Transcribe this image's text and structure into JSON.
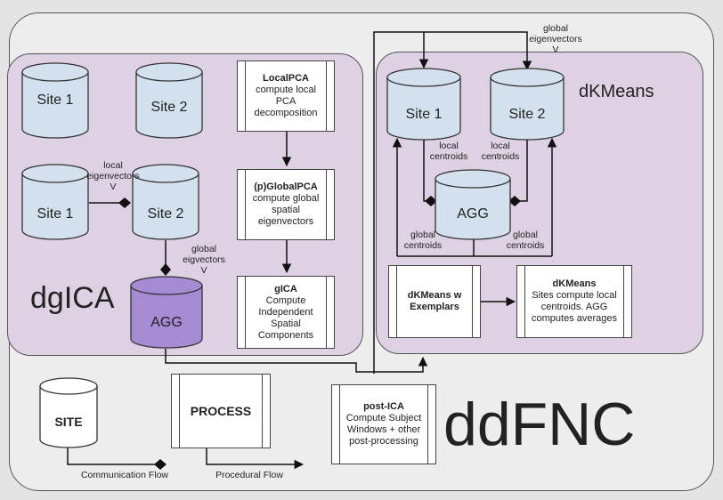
{
  "dgica": {
    "title": "dgICA",
    "sites": [
      "Site 1",
      "Site 2",
      "Site 1",
      "Site 2"
    ],
    "agg": "AGG",
    "local_eig": "local eigenvectors",
    "local_eig_v": "V",
    "global_eig": "global eigvectors",
    "global_eig_v": "V",
    "steps": [
      {
        "title": "LocalPCA",
        "body": "compute local PCA decomposition"
      },
      {
        "title": "(p)GlobalPCA",
        "body": "compute global spatial eigenvectors"
      },
      {
        "title": "gICA",
        "body": "Compute Independent Spatial Components"
      }
    ]
  },
  "dkmeans": {
    "title": "dKMeans",
    "sites": [
      "Site 1",
      "Site 2"
    ],
    "agg": "AGG",
    "global_eig": "global eigenvectors",
    "global_eig_v": "V",
    "local_centroids_left": "local centroids",
    "local_centroids_right": "local centroids",
    "global_centroids_left": "global centroids",
    "global_centroids_right": "global centroids",
    "exemplars": "dKMeans w Exemplars",
    "dkmeans_box": {
      "title": "dKMeans",
      "body": "Sites compute local centroids. AGG computes averages"
    }
  },
  "ddfnc": {
    "title": "ddFNC",
    "post_ica": {
      "title": "post-ICA",
      "body": "Compute Subject Windows + other post-processing"
    }
  },
  "legend": {
    "site": "SITE",
    "process": "PROCESS",
    "communication": "Communication Flow",
    "procedural": "Procedural Flow"
  },
  "colors": {
    "cylinder": "#d3e1ef",
    "agg_purple": "#a68ad2",
    "panel": "#ddd1e3",
    "background": "#ededed"
  }
}
